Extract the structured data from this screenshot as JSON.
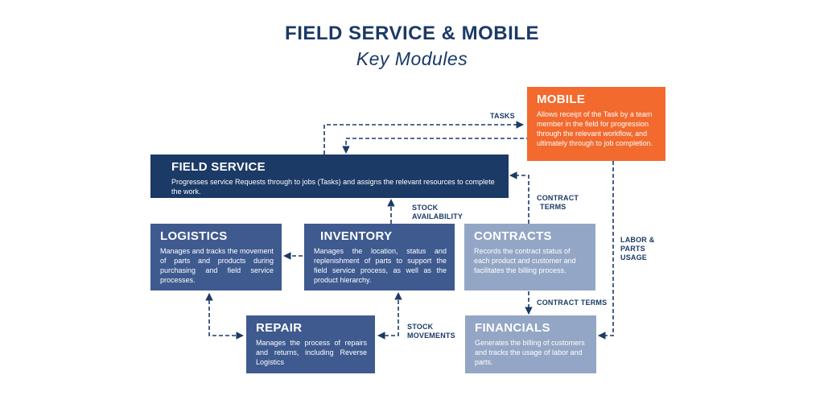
{
  "header": {
    "title": "FIELD SERVICE & MOBILE",
    "subtitle": "Key Modules"
  },
  "modules": {
    "mobile": {
      "title": "MOBILE",
      "description": "Allows receipt of the Task by a team member in the field for progression through the relevant workflow, and ultimately through to job completion."
    },
    "field_service": {
      "title": "FIELD SERVICE",
      "description": "Progresses service Requests through to jobs (Tasks) and assigns the relevant resources to complete the work."
    },
    "logistics": {
      "title": "LOGISTICS",
      "description": "Manages and tracks the movement of parts and products during purchasing and field service processes."
    },
    "inventory": {
      "title": "INVENTORY",
      "description": "Manages the location, status and replenishment of parts to support the field service process, as well as the product hierarchy."
    },
    "contracts": {
      "title": "CONTRACTS",
      "description": "Records the contract status of each product and customer and facilitates the billing process."
    },
    "repair": {
      "title": "REPAIR",
      "description": "Manages the process of repairs and returns, including Reverse Logistics"
    },
    "financials": {
      "title": "FINANCIALS",
      "description": "Generates the billing of customers and tracks the usage of labor and parts."
    }
  },
  "connector_labels": {
    "tasks": "TASKS",
    "stock_availability_1": "STOCK",
    "stock_availability_2": "AVAILABILITY",
    "contract_terms_top_1": "CONTRACT",
    "contract_terms_top_2": "TERMS",
    "labor_parts_1": "LABOR &",
    "labor_parts_2": "PARTS",
    "labor_parts_3": "USAGE",
    "contract_terms_bottom": "CONTRACT TERMS",
    "stock_movements_1": "STOCK",
    "stock_movements_2": "MOVEMENTS"
  },
  "colors": {
    "navy": "#1b3a66",
    "mid_blue": "#3e5a8f",
    "light_blue": "#94a6c5",
    "orange": "#f26a2e",
    "connector": "#1b3a66"
  }
}
